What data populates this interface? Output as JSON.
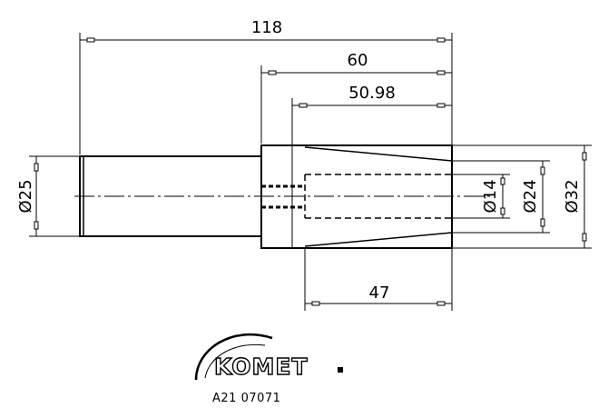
{
  "dimensions": {
    "overall_length": "118",
    "head_length": "60",
    "taper_depth": "50.98",
    "bore_length": "47",
    "shank_diameter": "Ø25",
    "bore_small_diameter": "Ø14",
    "bore_large_diameter": "Ø24",
    "head_diameter": "Ø32"
  },
  "logo": {
    "brand": "KOMET"
  },
  "part_number": "A21 07071"
}
